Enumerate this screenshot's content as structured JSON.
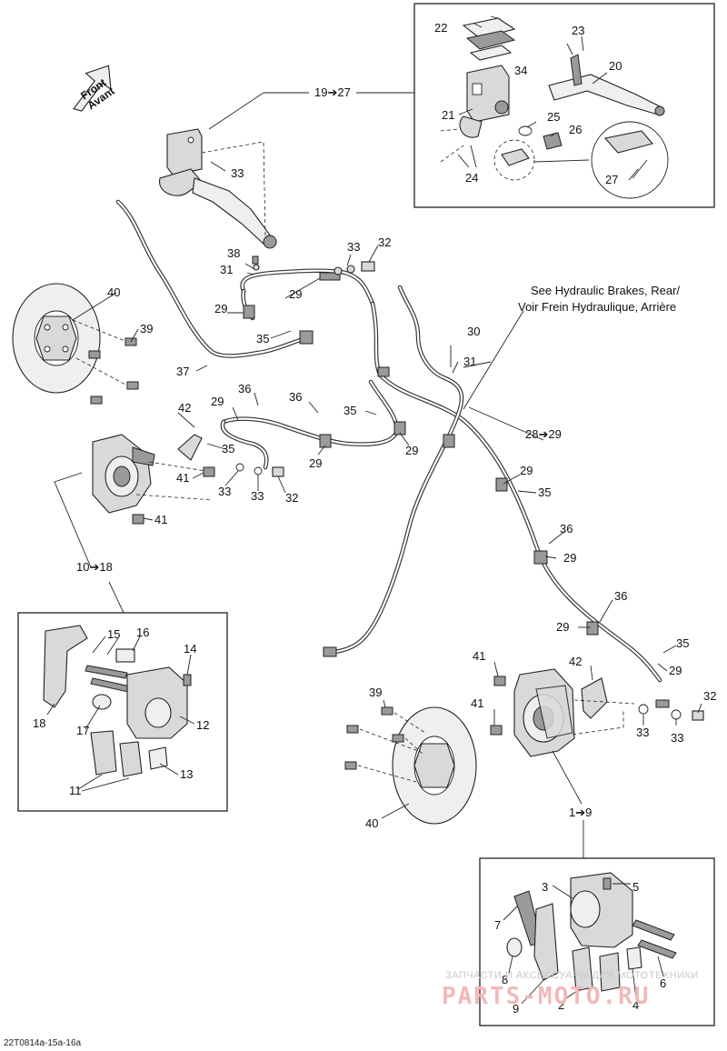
{
  "diagram": {
    "drawing_code": "22T0814a-15a-16a",
    "front_arrow": {
      "line1": "Front",
      "line2": "Avant"
    },
    "see_note": {
      "line1": "See  Hydraulic Brakes, Rear/",
      "line2": "Voir Frein Hydraulique, Arrière"
    },
    "watermark": {
      "line1": "ЗАПЧАСТИ И АКСЕССУАРЫ ДЛЯ МОТОТЕХНИКИ",
      "line2": "PARTS-MOTO.RU"
    },
    "callouts": {
      "ref_19_27": "19➔27",
      "ref_28_29": "28➔29",
      "ref_10_18": "10➔18",
      "ref_1_9": "1➔9",
      "c22": "22",
      "c23": "23",
      "c20": "20",
      "c34": "34",
      "c21": "21",
      "c25": "25",
      "c26": "26",
      "c24": "24",
      "c27_detail": "27",
      "c33_master": "33",
      "c38": "38",
      "c31_a": "31",
      "c33_b": "33",
      "c32_a": "32",
      "c29_a": "29",
      "c29_b": "29",
      "c35_a": "35",
      "c37": "37",
      "c40_left": "40",
      "c39_left": "39",
      "c30": "30",
      "c31_b": "31",
      "c42_left": "42",
      "c29_c": "29",
      "c36_a": "36",
      "c36_b": "36",
      "c35_b": "35",
      "c35_c": "35",
      "c41_a": "41",
      "c33_c": "33",
      "c33_d": "33",
      "c32_b": "32",
      "c41_b": "41",
      "c29_d": "29",
      "c29_e": "29",
      "c29_f": "29",
      "c35_d": "35",
      "c36_c": "36",
      "c29_g": "29",
      "c36_d": "36",
      "c29_h": "29",
      "c35_e": "35",
      "c29_i": "29",
      "c15": "15",
      "c16": "16",
      "c14": "14",
      "c18": "18",
      "c17": "17",
      "c12": "12",
      "c11": "11",
      "c13": "13",
      "c41_c": "41",
      "c42_right": "42",
      "c41_d": "41",
      "c39_right": "39",
      "c40_right": "40",
      "c33_e": "33",
      "c33_f": "33",
      "c32_c": "32",
      "c3": "3",
      "c5": "5",
      "c7": "7",
      "c8": "8",
      "c6": "6",
      "c2": "2",
      "c4": "4",
      "c9": "9"
    }
  }
}
